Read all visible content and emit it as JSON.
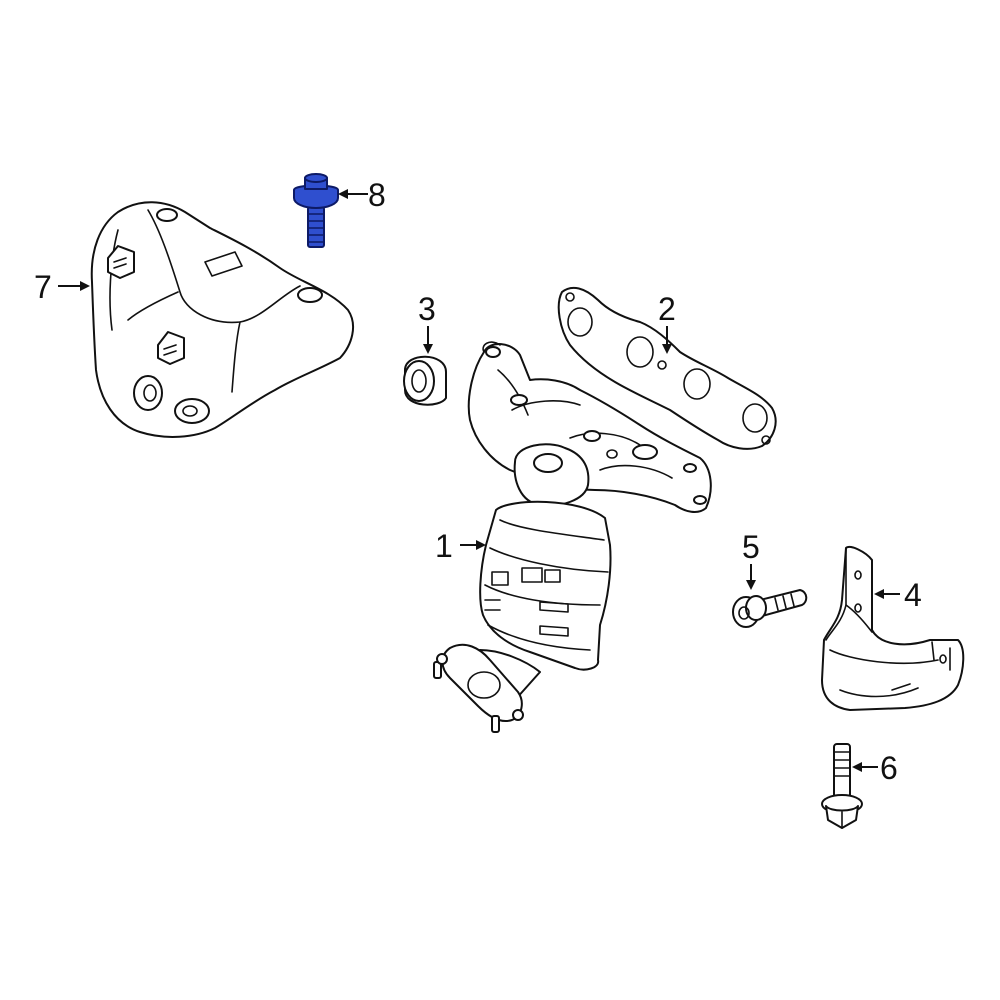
{
  "callouts": [
    {
      "id": "1",
      "label": "1"
    },
    {
      "id": "2",
      "label": "2"
    },
    {
      "id": "3",
      "label": "3"
    },
    {
      "id": "4",
      "label": "4"
    },
    {
      "id": "5",
      "label": "5"
    },
    {
      "id": "6",
      "label": "6"
    },
    {
      "id": "7",
      "label": "7"
    },
    {
      "id": "8",
      "label": "8"
    }
  ],
  "colors": {
    "line": "#111111",
    "highlight_fill": "#2f4fcf",
    "highlight_stroke": "#0d1a66",
    "background": "#ffffff"
  },
  "highlighted_part": "8"
}
